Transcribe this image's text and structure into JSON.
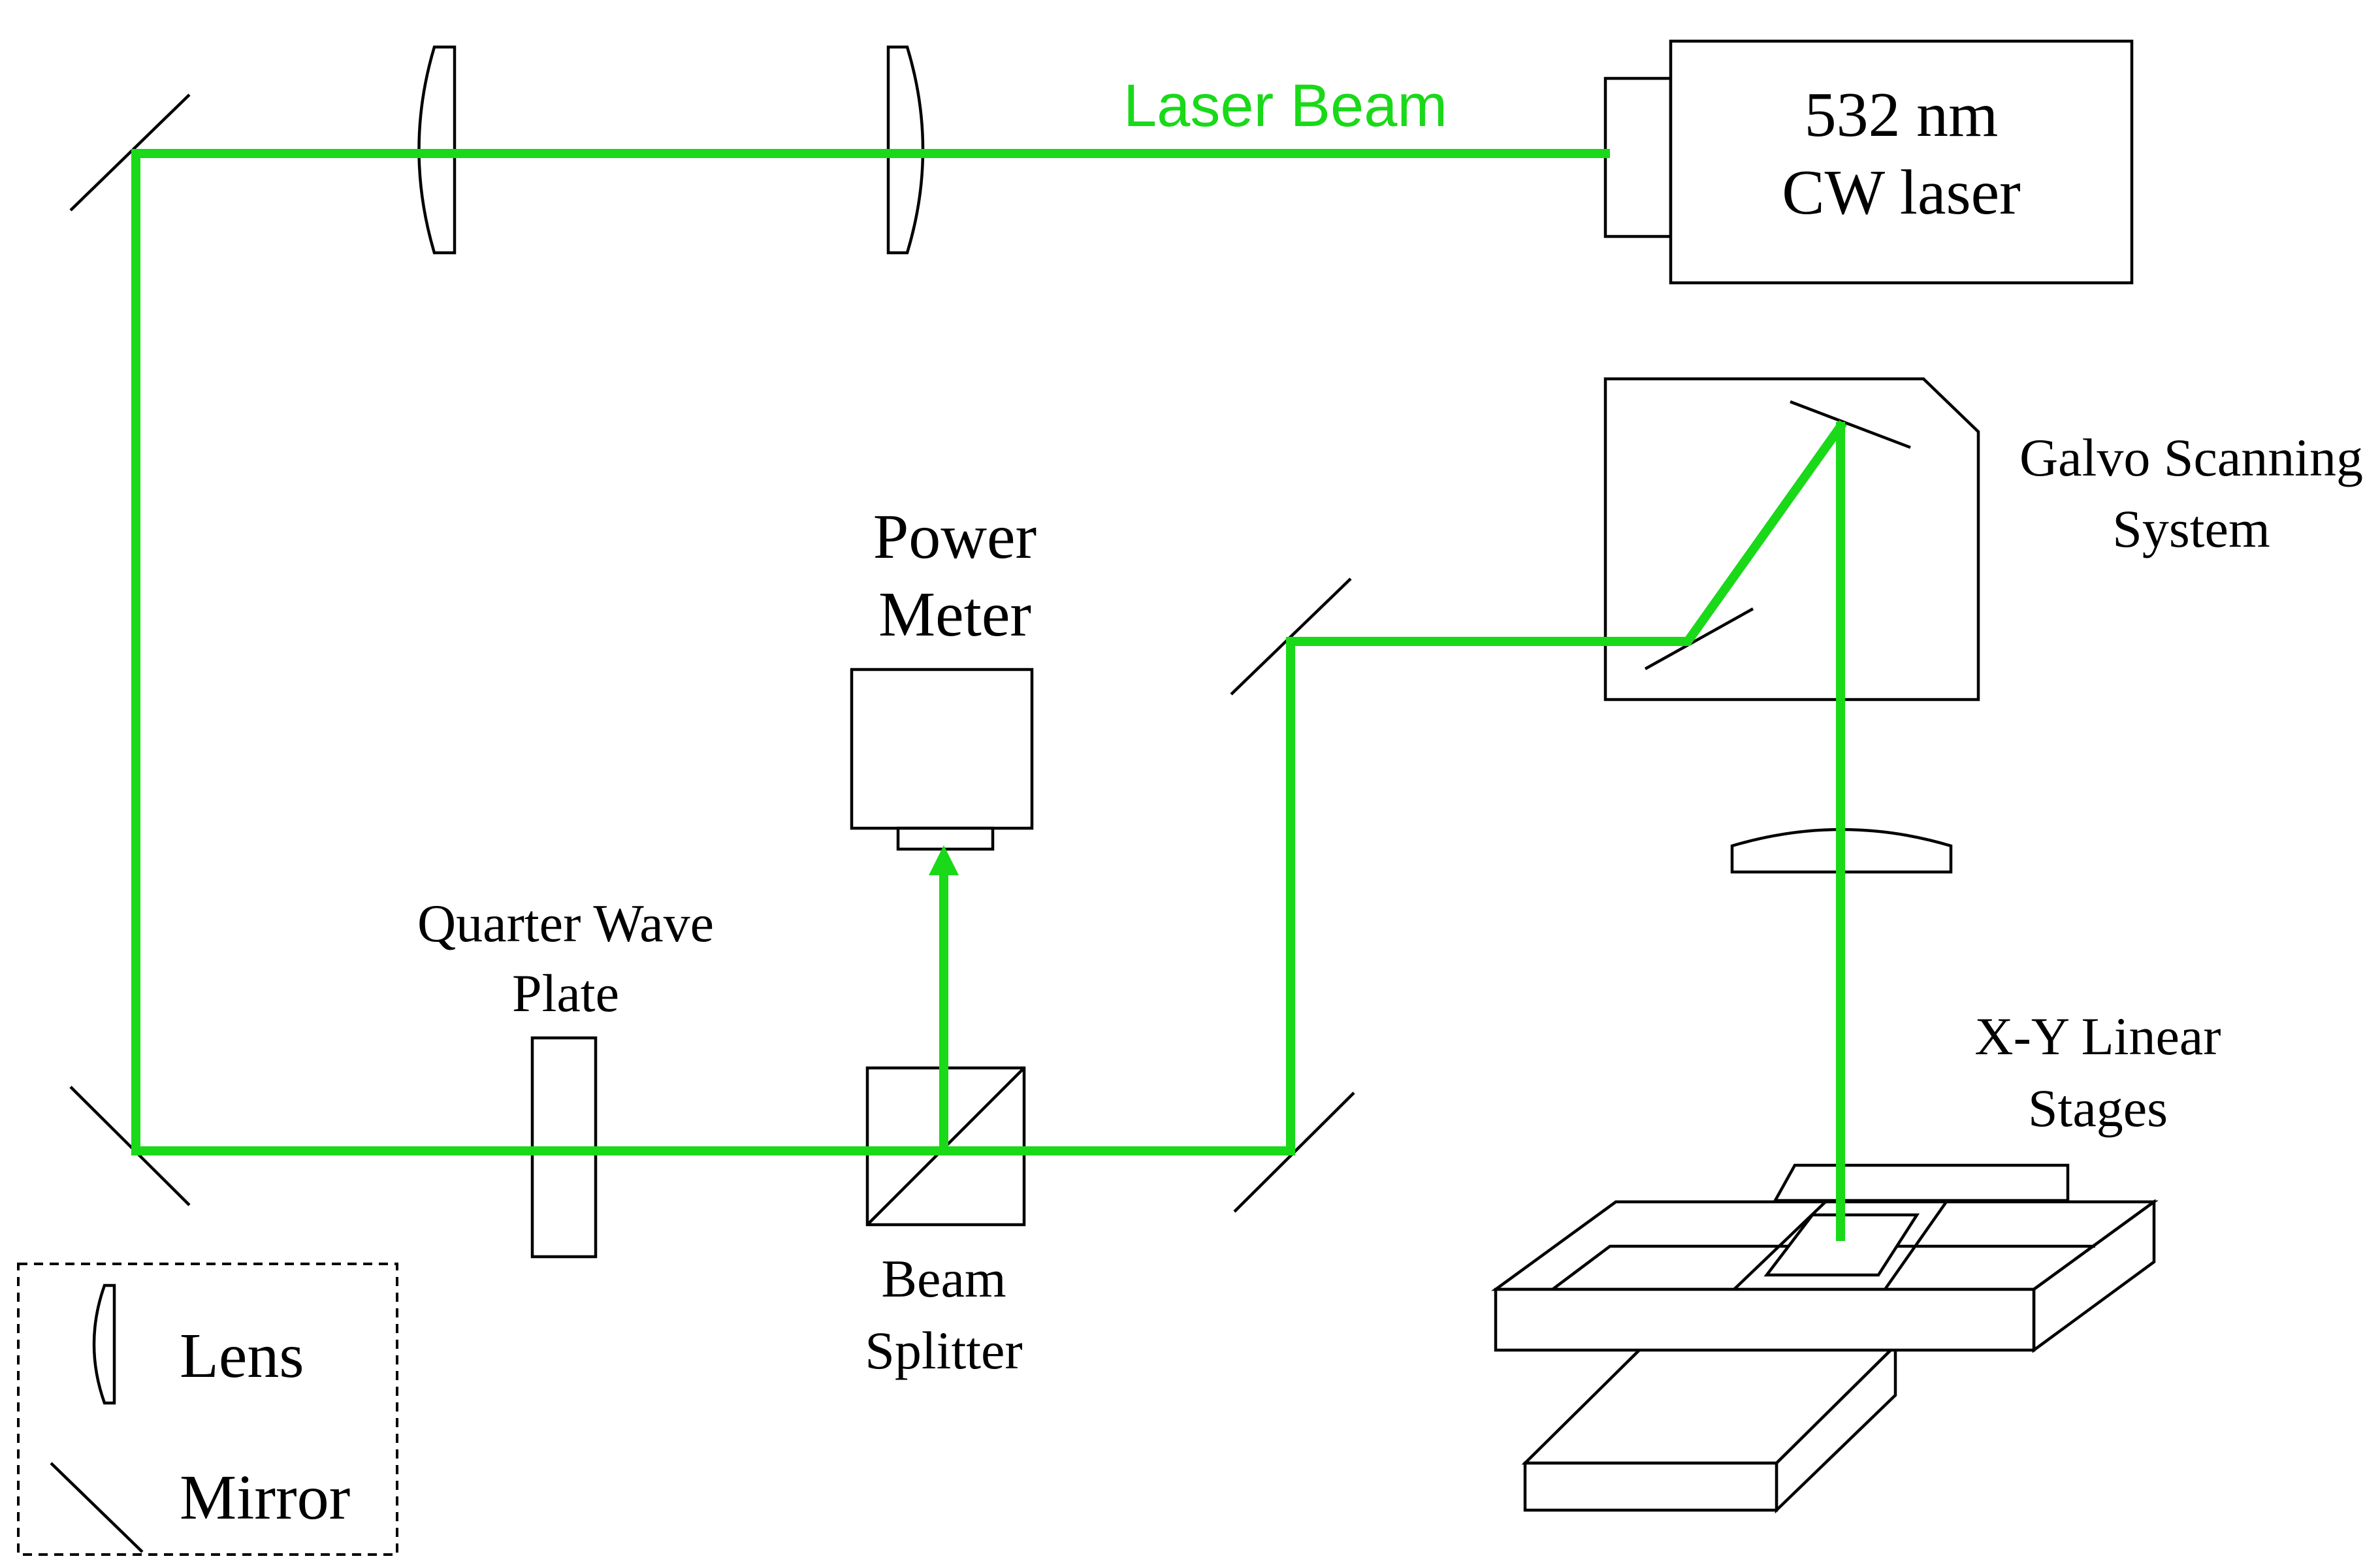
{
  "colors": {
    "beam": "#19d919",
    "outline": "#000000",
    "background": "#ffffff"
  },
  "labels": {
    "laser_line1": "532 nm",
    "laser_line2": "CW laser",
    "beam": "Laser Beam",
    "galvo_line1": "Galvo Scanning",
    "galvo_line2": "System",
    "power_meter_line1": "Power",
    "power_meter_line2": "Meter",
    "qwp_line1": "Quarter Wave",
    "qwp_line2": "Plate",
    "beam_splitter_line1": "Beam",
    "beam_splitter_line2": "Splitter",
    "stages_line1": "X-Y Linear",
    "stages_line2": "Stages"
  },
  "legend": {
    "lens": "Lens",
    "mirror": "Mirror"
  },
  "icons": [
    "lens-icon",
    "mirror-icon"
  ]
}
